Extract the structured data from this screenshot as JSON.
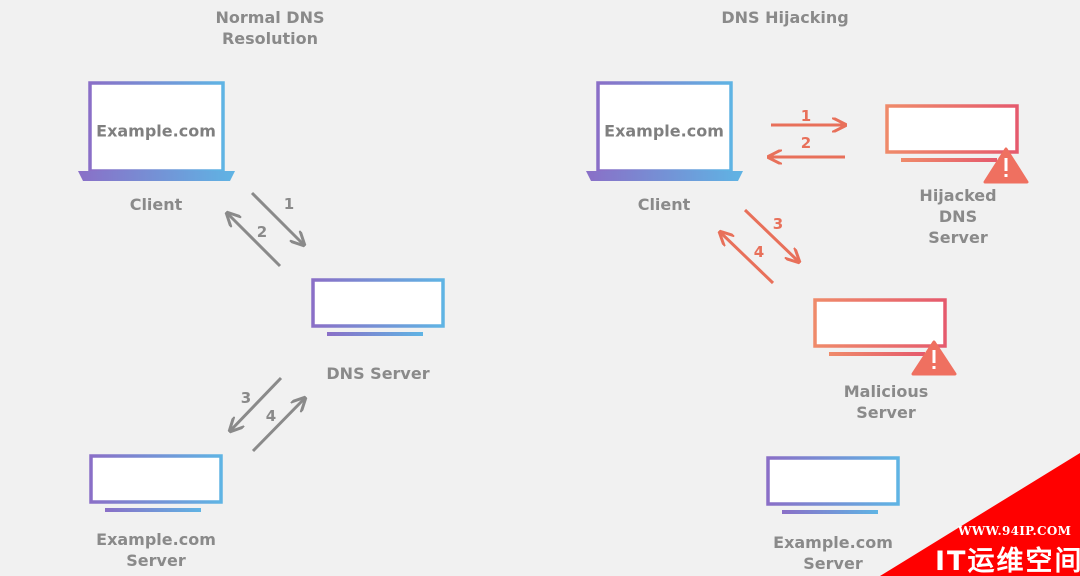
{
  "panels": {
    "left": {
      "title": "Normal DNS\nResolution"
    },
    "right": {
      "title": "DNS Hijacking"
    }
  },
  "left": {
    "client": {
      "screen_text": "Example.com",
      "label": "Client"
    },
    "dns_server": {
      "label": "DNS Server"
    },
    "example_server": {
      "label": "Example.com\nServer"
    },
    "steps": [
      "1",
      "2",
      "3",
      "4"
    ]
  },
  "right": {
    "client": {
      "screen_text": "Example.com",
      "label": "Client"
    },
    "hijacked_server": {
      "label": "Hijacked\nDNS\nServer"
    },
    "malicious_server": {
      "label": "Malicious\nServer"
    },
    "example_server": {
      "label": "Example.com\nServer"
    },
    "steps": [
      "1",
      "2",
      "3",
      "4"
    ]
  },
  "watermark": {
    "url": "WWW.94IP.COM",
    "brand": "IT运维空间"
  },
  "colors": {
    "background": "#f1f1f1",
    "text": "#8a8a8a",
    "arrow_normal": "#8a8a8a",
    "gradient_blue_start": "#8a6fc7",
    "gradient_blue_end": "#5fb4e4",
    "gradient_red_start": "#ef8a6a",
    "gradient_red_end": "#e55a6d",
    "divider": "#f0a080",
    "warning": "#ef7060",
    "watermark": "#ff0000"
  }
}
